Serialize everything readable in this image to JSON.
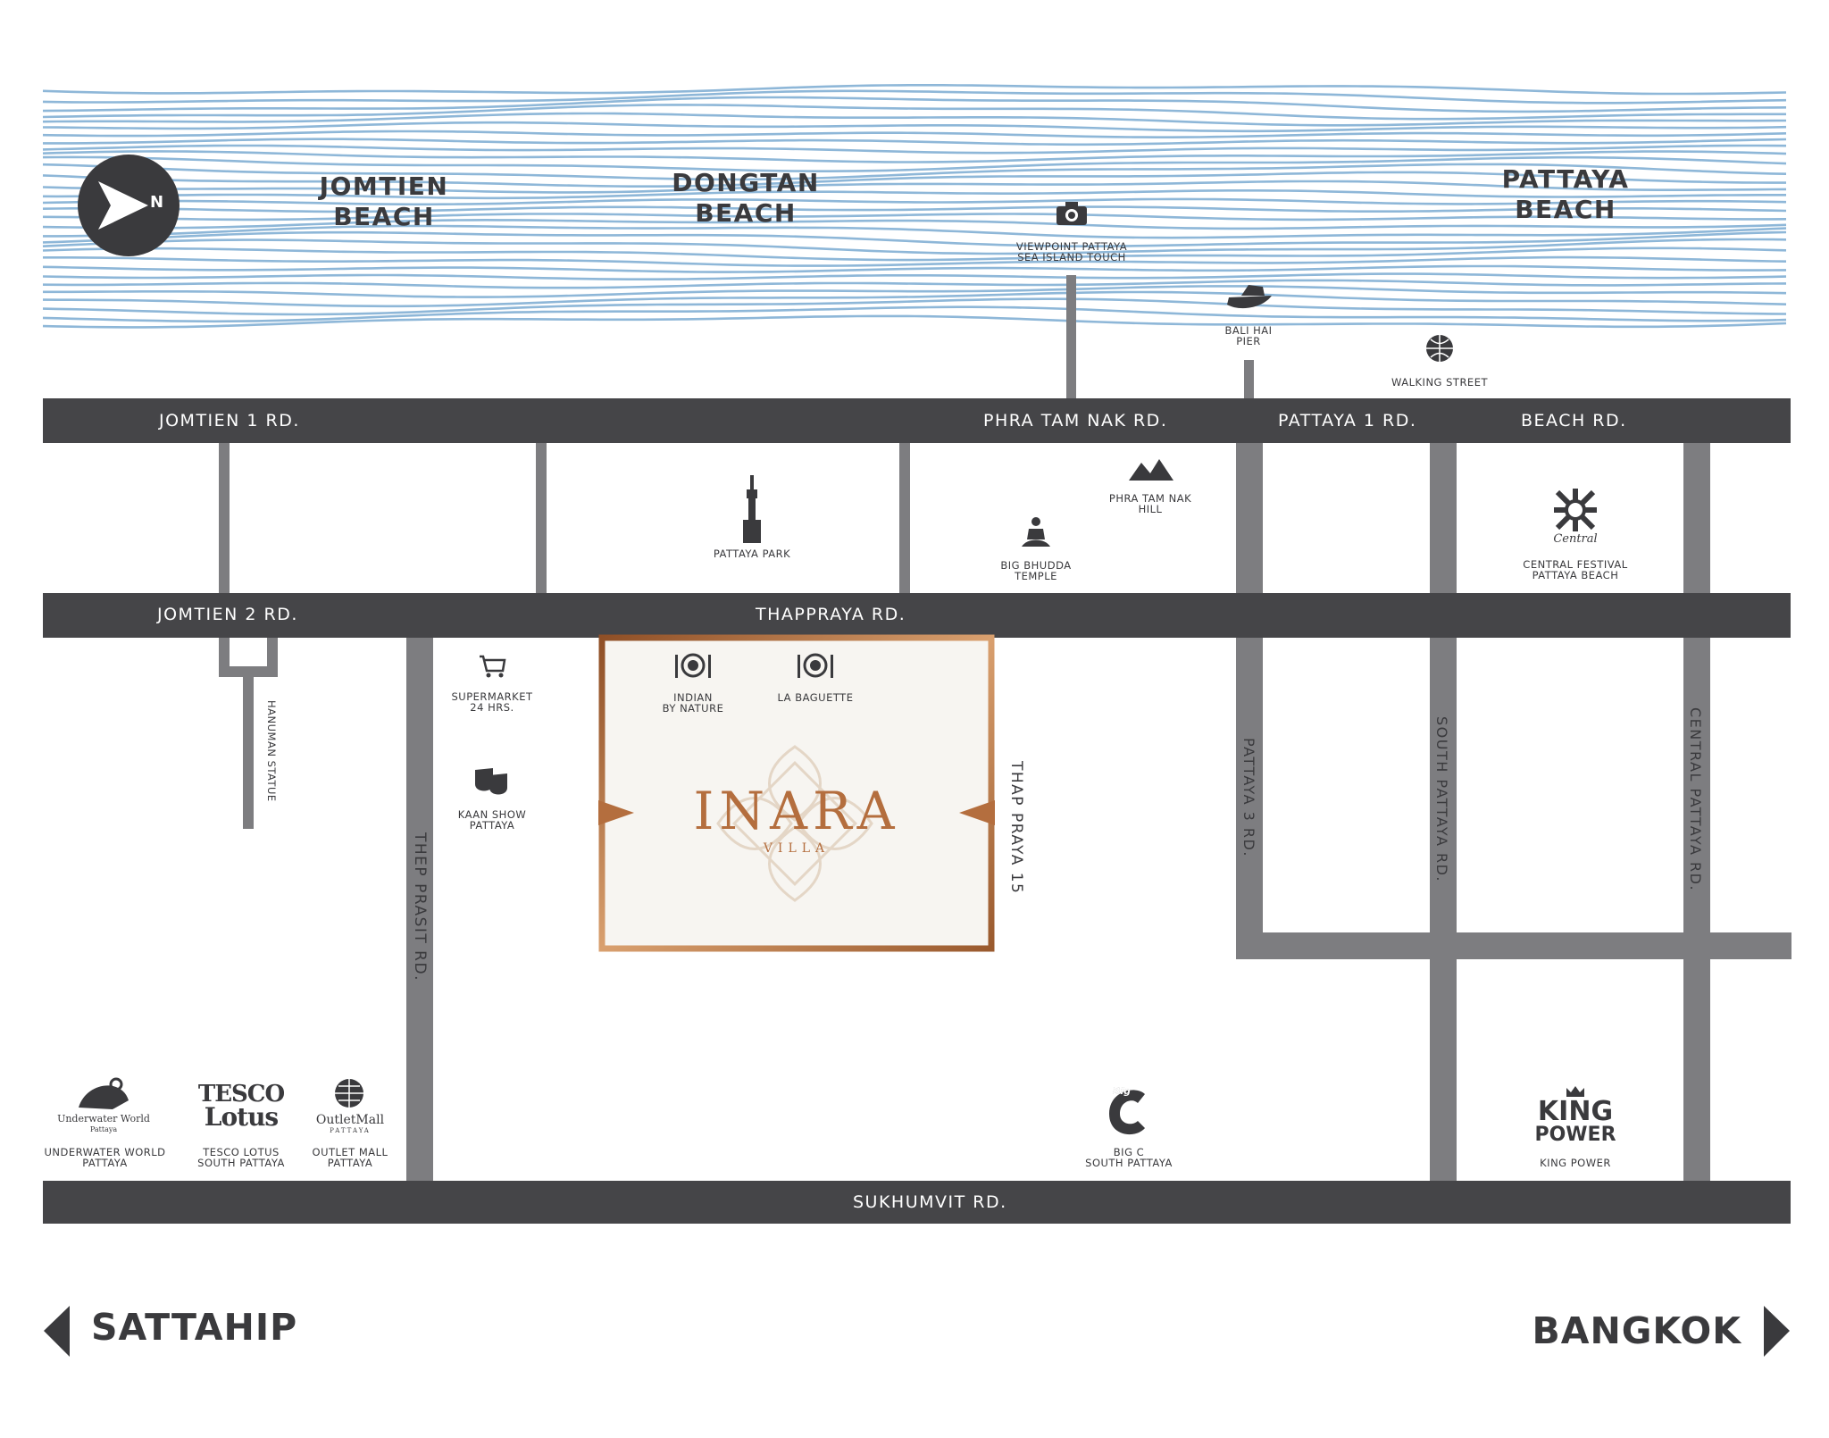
{
  "compass": {
    "label": "N",
    "icon": "north-arrow-icon"
  },
  "sea": {
    "beaches": [
      "JOMTIEN\nBEACH",
      "DONGTAN\nBEACH",
      "PATTAYA\nBEACH"
    ],
    "wave_color": "#8eb7d8"
  },
  "roads": {
    "horizontal": [
      "JOMTIEN 1 RD.",
      "PHRA TAM NAK RD.",
      "PATTAYA 1 RD.",
      "BEACH RD.",
      "JOMTIEN 2 RD.",
      "THAPPRAYA RD.",
      "SUKHUMVIT RD."
    ],
    "vertical": [
      "THEP PRASIT RD.",
      "THAP PRAYA 15",
      "PATTAYA 3 RD.",
      "SOUTH PATTAYA RD.",
      "CENTRAL PATTAYA RD.",
      "HANUMAN STATUE"
    ]
  },
  "poi": {
    "viewpoint": {
      "label": "VIEWPOINT PATTAYA\nSEA ISLAND TOUCH",
      "icon": "camera-icon"
    },
    "bali_hai": {
      "label": "BALI HAI\nPIER",
      "icon": "boat-icon"
    },
    "walking_street": {
      "label": "WALKING STREET",
      "icon": "globe-icon"
    },
    "pattaya_park": {
      "label": "PATTAYA PARK",
      "icon": "tower-icon"
    },
    "phra_tam_nak_hill": {
      "label": "PHRA TAM NAK\nHILL",
      "icon": "mountain-icon"
    },
    "big_buddha": {
      "label": "BIG BHUDDA\nTEMPLE",
      "icon": "buddha-icon"
    },
    "central_festival": {
      "label": "CENTRAL FESTIVAL\nPATTAYA BEACH",
      "icon": "central-logo-icon",
      "logo_text": "Central"
    },
    "supermarket": {
      "label": "SUPERMARKET\n24 HRS.",
      "icon": "cart-icon"
    },
    "indian": {
      "label": "INDIAN\nBY NATURE",
      "icon": "dining-icon"
    },
    "la_baguette": {
      "label": "LA BAGUETTE",
      "icon": "dining-icon"
    },
    "kaan_show": {
      "label": "KAAN SHOW\nPATTAYA",
      "icon": "theatre-masks-icon"
    },
    "underwater_world": {
      "label": "UNDERWATER WORLD\nPATTAYA",
      "icon": "underwater-world-logo-icon",
      "logo_text": "Underwater World",
      "logo_sub": "Pattaya"
    },
    "tesco": {
      "label": "TESCO LOTUS\nSOUTH PATTAYA",
      "icon": "tesco-lotus-logo-icon",
      "logo_line1": "TESCO",
      "logo_line2": "Lotus"
    },
    "outlet_mall": {
      "label": "OUTLET MALL\nPATTAYA",
      "icon": "outlet-mall-logo-icon",
      "logo_text": "OutletMall",
      "logo_sub": "PATTAYA"
    },
    "big_c": {
      "label": "BIG C\nSOUTH PATTAYA",
      "icon": "big-c-logo-icon",
      "logo_text": "Big",
      "logo_letter": "C"
    },
    "king_power": {
      "label": "KING POWER",
      "icon": "king-power-logo-icon",
      "logo_line1": "KING",
      "logo_line2": "POWER"
    }
  },
  "project": {
    "name": "INARA",
    "sub": "VILLA",
    "accent": "#b46e3e",
    "bg": "#f7f5f1"
  },
  "directions": {
    "left": "SATTAHIP",
    "right": "BANGKOK"
  },
  "colors": {
    "major_road": "#454548",
    "minor_road": "#7d7d80",
    "text": "#3a3a3d"
  }
}
